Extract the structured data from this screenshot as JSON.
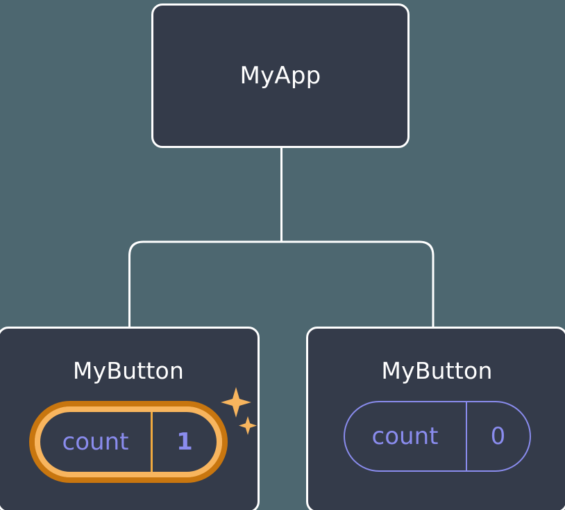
{
  "canvas": {
    "background_color": "#4d6770"
  },
  "tree": {
    "root": {
      "title": "MyApp"
    },
    "children": [
      {
        "title": "MyButton",
        "state": {
          "key": "count",
          "value": "1"
        },
        "highlighted": true,
        "highlight_colors": {
          "outer_ring": "#c8760f",
          "inner_ring": "#f8b55e",
          "sparkle": "#f8b55e"
        },
        "sparkles": [
          "sparkle-large",
          "sparkle-small"
        ]
      },
      {
        "title": "MyButton",
        "state": {
          "key": "count",
          "value": "0"
        },
        "highlighted": false,
        "outline_color": "#8a8cee"
      }
    ]
  },
  "theme": {
    "card_fill": "#343b4a",
    "card_border": "#ffffff",
    "title_color": "#ffffff",
    "state_text_color": "#8a8cee",
    "edge_color": "#ffffff"
  }
}
